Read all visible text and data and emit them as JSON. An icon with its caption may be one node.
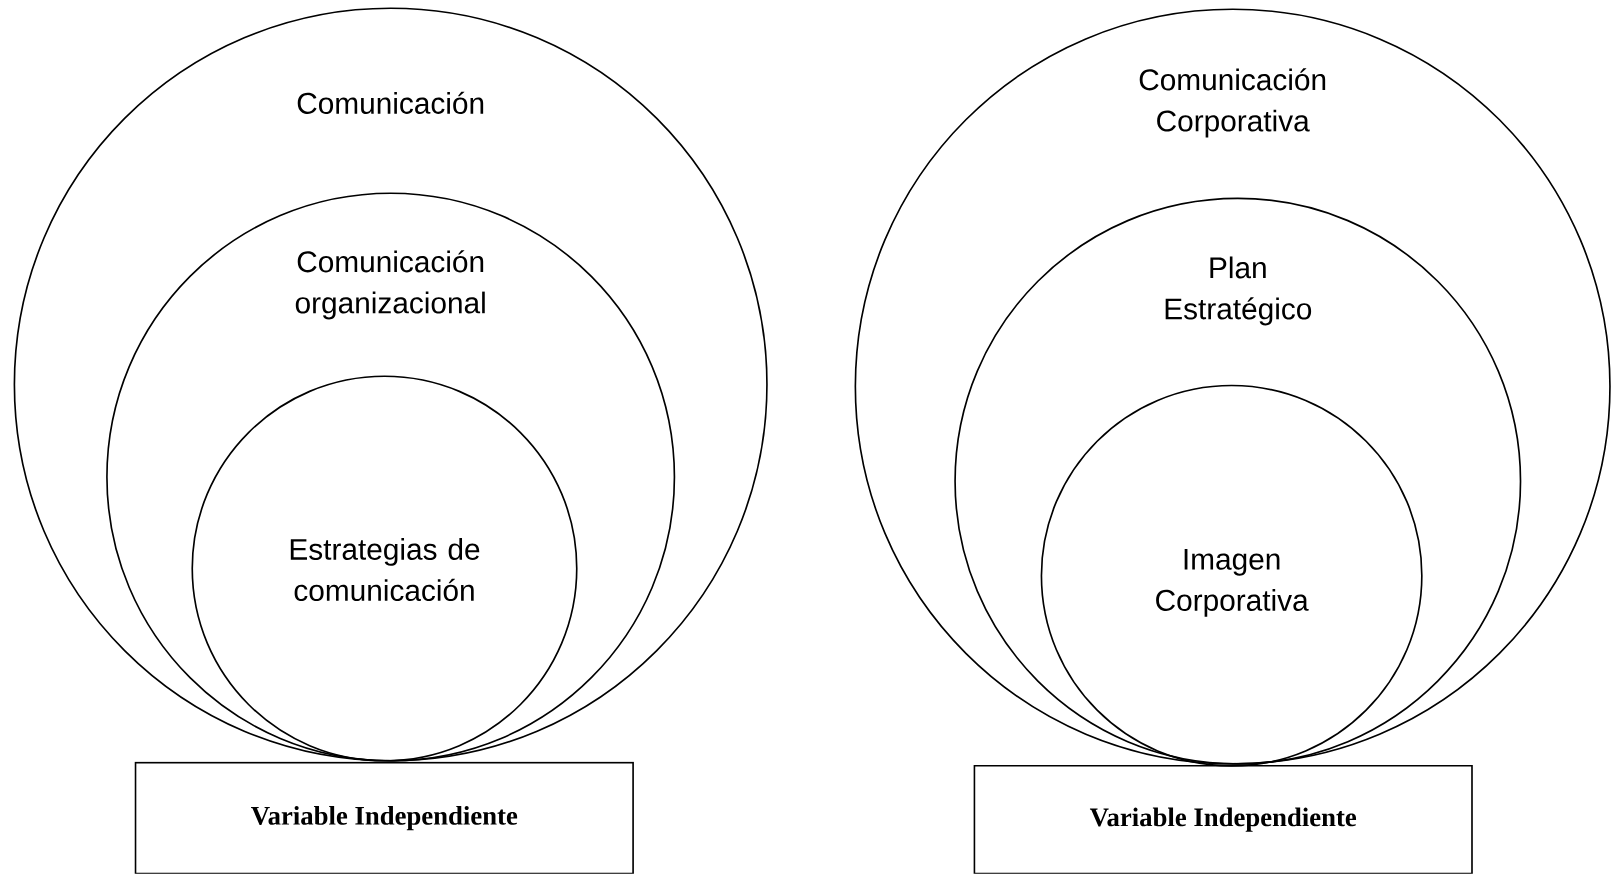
{
  "diagram": {
    "nodes": [
      {
        "text": [
          "Comunicación"
        ]
      },
      {
        "text": [
          "Comunicación organizacional"
        ],
        "in": 0
      },
      {
        "text": [
          "Estrategias de comunicación"
        ],
        "in": 1
      },
      {
        "text": [
          "Variable Independiente"
        ]
      },
      {
        "text": [
          "Comunicación Corporativa"
        ]
      },
      {
        "text": [
          "Plan Estratégico"
        ],
        "in": 4
      },
      {
        "text": [
          "Imagen Corporativa"
        ],
        "in": 5
      },
      {
        "text": [
          "Variable Independiente"
        ]
      }
    ]
  }
}
